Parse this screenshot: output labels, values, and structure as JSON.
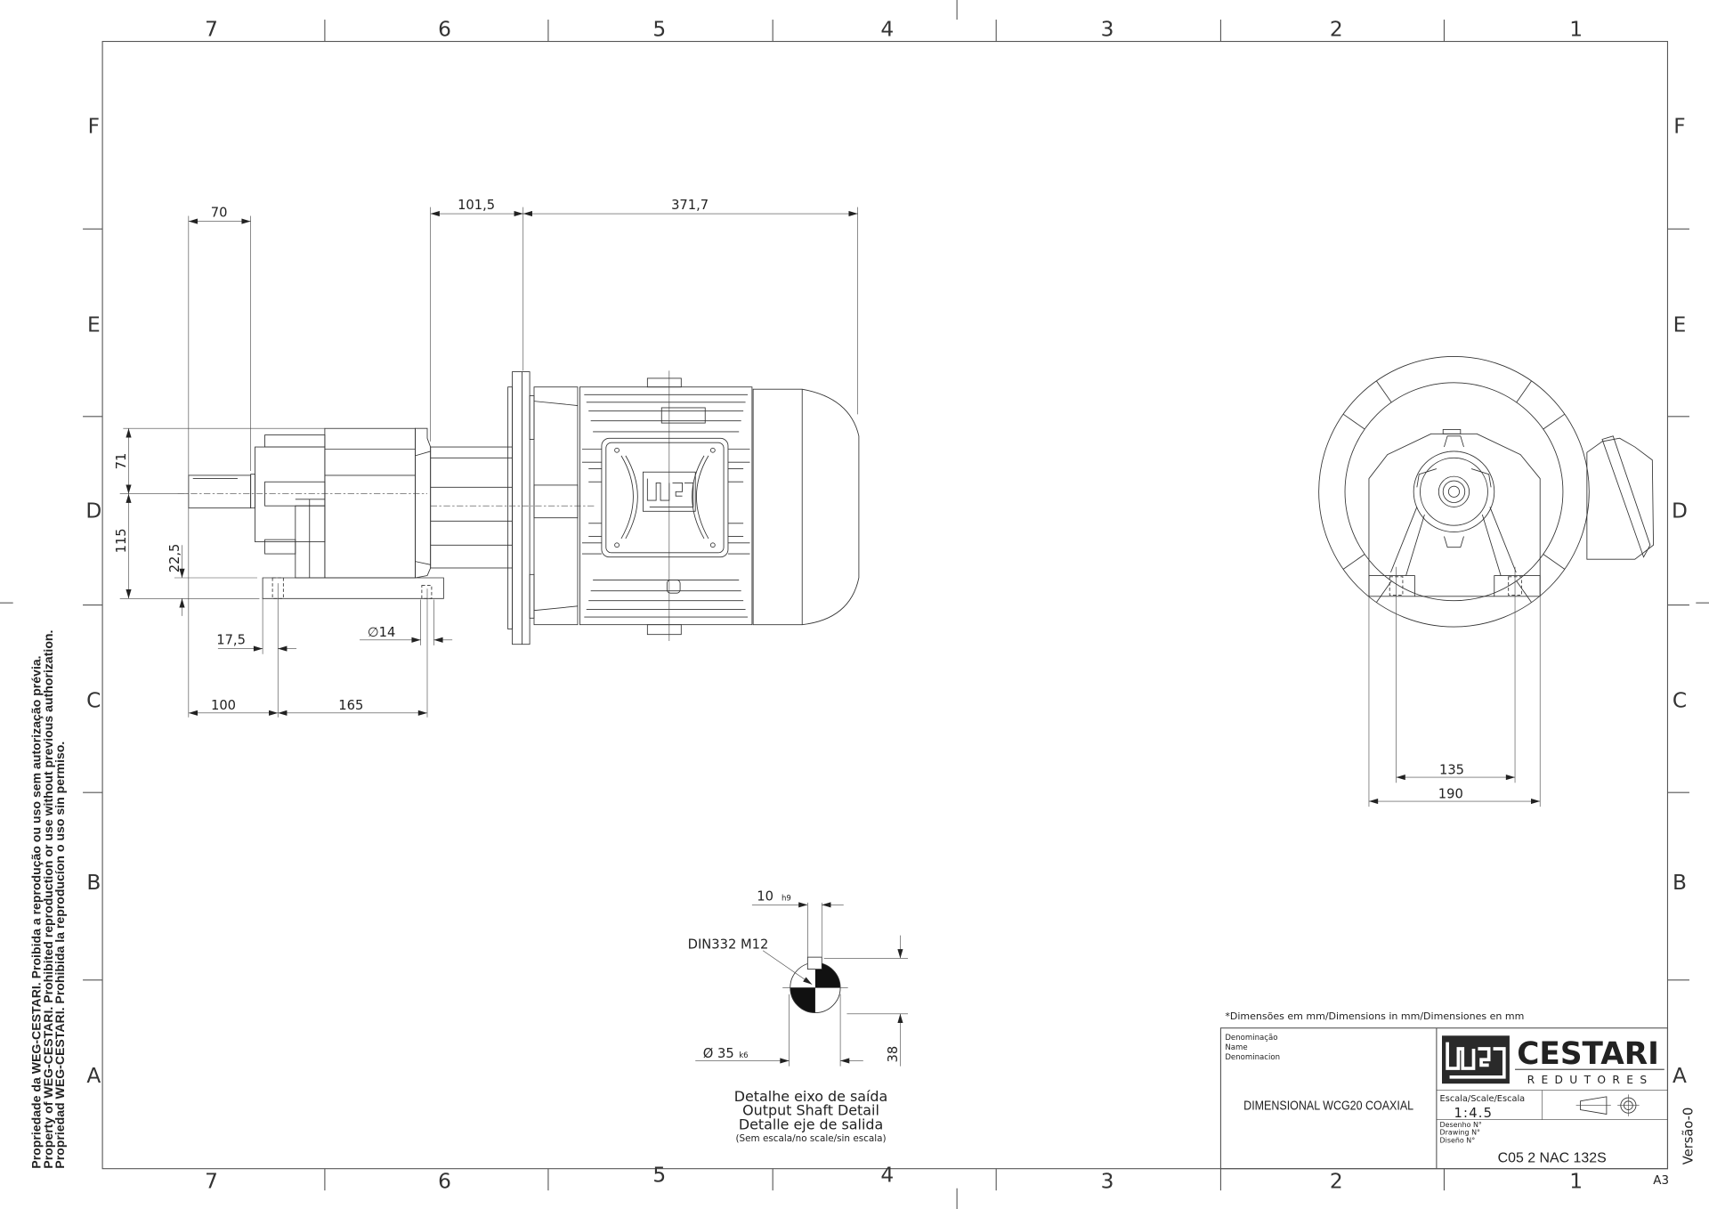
{
  "sheet": {
    "columns": [
      "7",
      "6",
      "5",
      "4",
      "3",
      "2",
      "1"
    ],
    "rows": [
      "F",
      "E",
      "D",
      "C",
      "B",
      "A"
    ],
    "paper_size": "A3",
    "version": "Versão-0"
  },
  "disclaimer": [
    "Propriedade da WEG-CESTARI. Proibida a reprodução ou uso sem autorização prévia.",
    "Property of WEG-CESTARI. Prohibited reproduction or use without previous authorization.",
    "Propriedad WEG-CESTARI. Prohibida la reproducíon o uso sin permiso."
  ],
  "side_view": {
    "dims": {
      "d70": "70",
      "d101_5": "101,5",
      "d371_7": "371,7",
      "d71": "71",
      "d115": "115",
      "d22_5": "22,5",
      "d17_5": "17,5",
      "d14": "∅14",
      "d100": "100",
      "d165": "165"
    },
    "motor_logo": "WEG"
  },
  "end_view": {
    "dims": {
      "d135": "135",
      "d190": "190"
    }
  },
  "shaft_detail": {
    "key_width": "10",
    "key_tol": "h9",
    "center_hole": "DIN332 M12",
    "diameter": "Ø 35",
    "diameter_tol": "k6",
    "height": "38",
    "caption": [
      "Detalhe eixo de saída",
      "Output Shaft Detail",
      "Detalle eje de salida",
      "(Sem escala/no scale/sin escala)"
    ]
  },
  "title_block": {
    "note": "*Dimensões em mm/Dimensions in mm/Dimensiones en mm",
    "name_labels": [
      "Denominação",
      "Name",
      "Denominacion"
    ],
    "name": "DIMENSIONAL WCG20 COAXIAL",
    "logo_brand": "WEG",
    "logo_name": "CESTARI",
    "logo_sub": "REDUTORES",
    "scale_label": "Escala/Scale/Escala",
    "scale": "1:4.5",
    "drawing_labels": [
      "Desenho N°",
      "Drawing N°",
      "Diseño N°"
    ],
    "drawing_number": "C05 2 NAC 132S"
  }
}
